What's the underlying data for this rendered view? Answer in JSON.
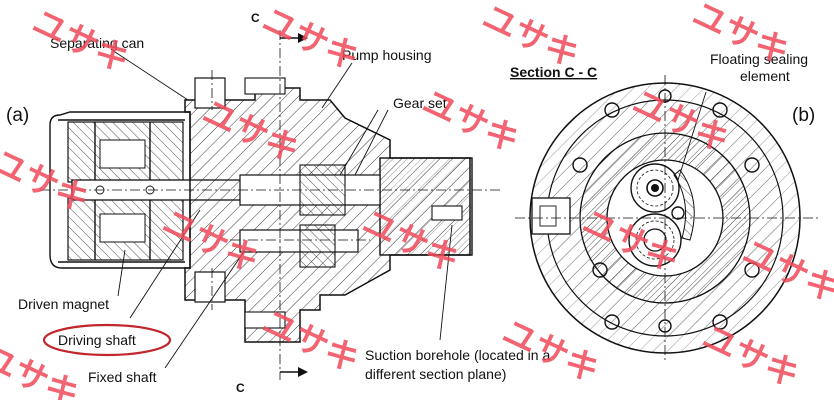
{
  "labels": {
    "panel_a": "(a)",
    "panel_b": "(b)",
    "separating_can": "Separating can",
    "pump_housing": "Pump housing",
    "gear_set": "Gear set",
    "driven_magnet": "Driven magnet",
    "driving_shaft": "Driving shaft",
    "fixed_shaft": "Fixed shaft",
    "suction_line1": "Suction borehole (located in a",
    "suction_line2": "different section plane)",
    "section_title": "Section C - C",
    "floating_line1": "Floating sealing",
    "floating_line2": "element",
    "cut_top": "C",
    "cut_bottom": "C"
  },
  "watermark": {
    "text": "ユサキ",
    "color": "#f04a5a"
  },
  "colors": {
    "highlight_ellipse": "#c0262b",
    "ink": "#111111"
  }
}
